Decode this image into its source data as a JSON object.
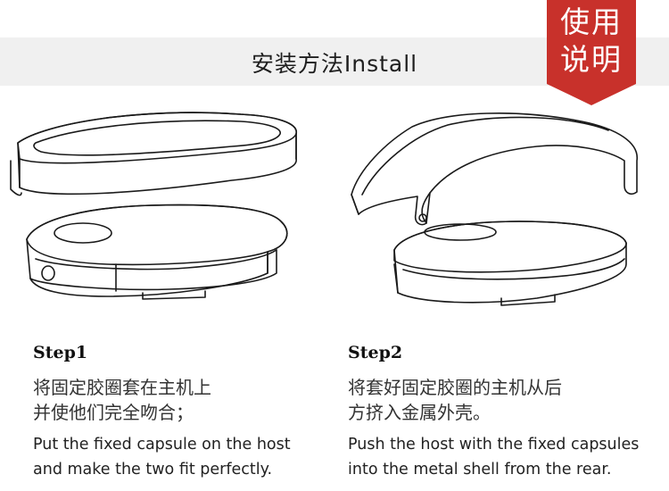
{
  "header": {
    "title": "安装方法Install"
  },
  "badge": {
    "line1": "使用",
    "line2": "说明",
    "color": "#c8312b"
  },
  "steps": [
    {
      "title": "Step1",
      "cn_lines": [
        "将固定胶圈套在主机上",
        "并使他们完全吻合；"
      ],
      "en_lines": [
        "Put the fixed capsule on the host",
        "and make the two fit perfectly."
      ]
    },
    {
      "title": "Step2",
      "cn_lines": [
        "将套好固定胶圈的主机从后",
        "方挤入金属外壳。"
      ],
      "en_lines": [
        "Push the host with the fixed capsules",
        "into the metal shell from the rear."
      ]
    }
  ],
  "colors": {
    "header_band": "#f0f0f0",
    "line_art": "#1a1a1a"
  }
}
